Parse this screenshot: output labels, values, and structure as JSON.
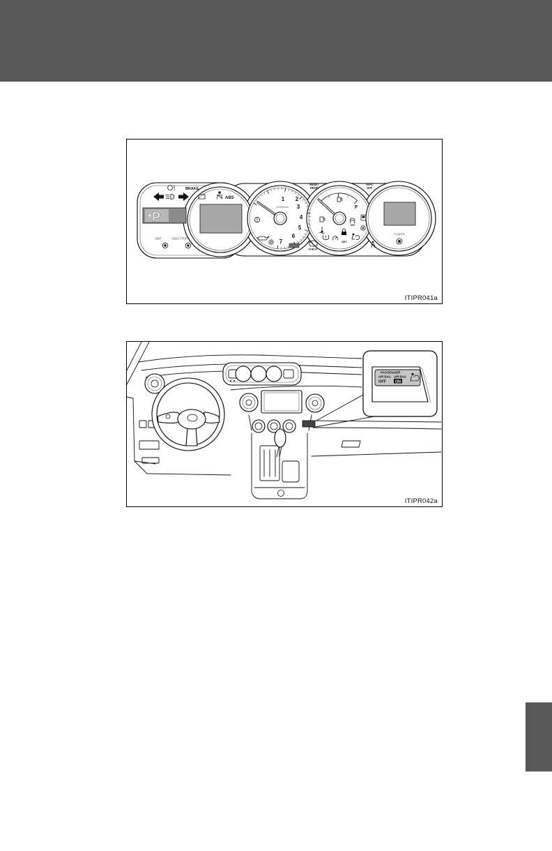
{
  "page": {
    "header_color": "#595959",
    "tab_color": "#595959"
  },
  "figure1": {
    "brake_label": "BRAKE",
    "abs_label": "ABS",
    "gear_indicator": "P",
    "left_button_label": "SBP",
    "right_button_label": "ODO TRIP",
    "tach_numbers": [
      "1",
      "2",
      "3",
      "4",
      "5",
      "6",
      "7"
    ],
    "tach_unit": "x1000r/min",
    "maint_line1": "MAINT",
    "maint_line2": "REQD",
    "trac_line1": "TRAC",
    "trac_line2": "OFF",
    "fuel_full": "F",
    "check_label": "CHECK",
    "set_label": "SET",
    "slip_off_label": "OFF",
    "clock_label": "CLOCK",
    "code": "ITIPR041a"
  },
  "figure2": {
    "passenger_label": "PASSENGER",
    "airbag_off_line1": "AIR BAG",
    "airbag_off_line2": "OFF",
    "airbag_on_line1": "AIR BAG",
    "airbag_on_line2": "ON",
    "code": "ITIPR042a"
  }
}
